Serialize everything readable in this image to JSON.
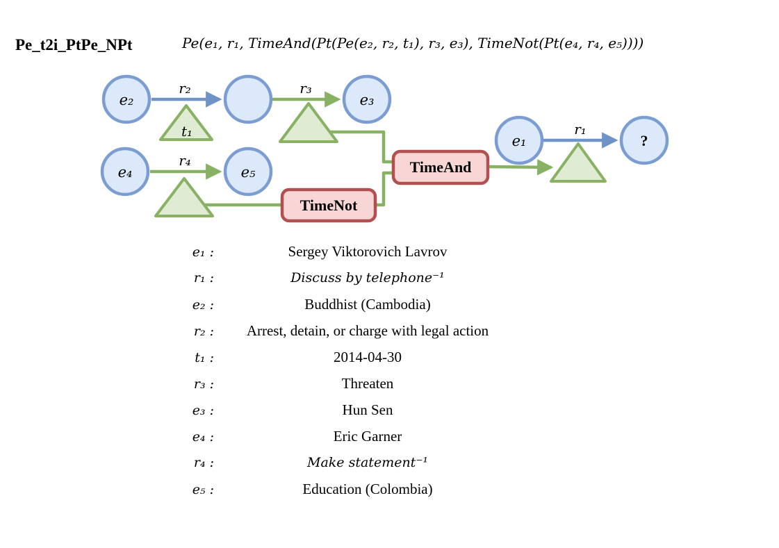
{
  "header": {
    "query_name": "Pe_t2i_PtPe_NPt",
    "formula": "Pe(e₁, r₁, TimeAnd(Pt(Pe(e₂, r₂, t₁), r₃, e₃), TimeNot(Pt(e₄, r₄, e₅))))"
  },
  "diagram": {
    "nodes": {
      "e2": "e₂",
      "mid": "",
      "e3": "e₃",
      "e4": "e₄",
      "e5": "e₅",
      "e1": "e₁",
      "answer": "?"
    },
    "edges": {
      "r1": "r₁",
      "r2": "r₂",
      "r3": "r₃",
      "r4": "r₄"
    },
    "time_labels": {
      "t1": "t₁"
    },
    "operators": {
      "time_and": "TimeAnd",
      "time_not": "TimeNot"
    },
    "colors": {
      "entity_fill": "#dbe9fa",
      "entity_stroke": "#7b9dd1",
      "relation_blue": "#6f92c7",
      "relation_green": "#88b163",
      "time_fill": "#dfecd3",
      "operator_fill": "#f8d6d5",
      "operator_stroke": "#b05050"
    }
  },
  "legend": {
    "rows": [
      {
        "label": "e₁ :",
        "value": "Sergey Viktorovich Lavrov"
      },
      {
        "label": "r₁ :",
        "value": "Discuss by telephone⁻¹"
      },
      {
        "label": "e₂ :",
        "value": "Buddhist (Cambodia)"
      },
      {
        "label": "r₂ :",
        "value": "Arrest, detain, or charge with legal action"
      },
      {
        "label": "t₁ :",
        "value": "2014-04-30"
      },
      {
        "label": "r₃ :",
        "value": "Threaten"
      },
      {
        "label": "e₃ :",
        "value": "Hun Sen"
      },
      {
        "label": "e₄ :",
        "value": "Eric Garner"
      },
      {
        "label": "r₄ :",
        "value": "Make statement⁻¹"
      },
      {
        "label": "e₅ :",
        "value": "Education (Colombia)"
      }
    ]
  }
}
